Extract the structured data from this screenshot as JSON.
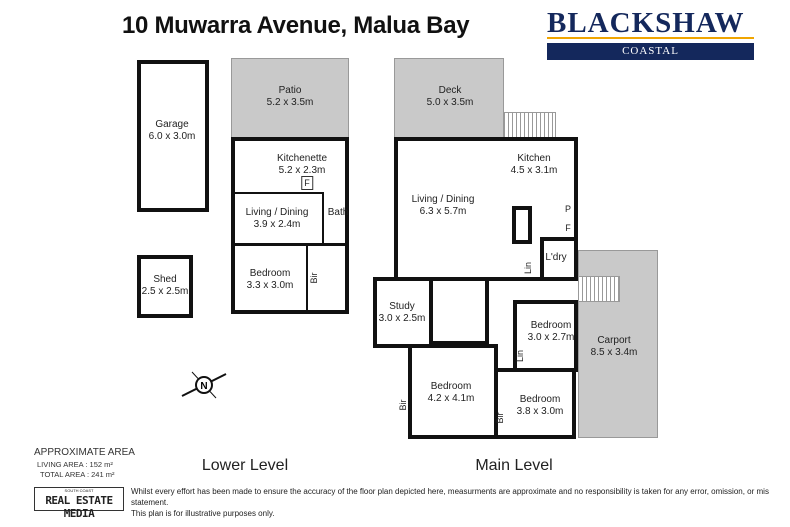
{
  "title": "10 Muwarra Avenue, Malua Bay",
  "brand": {
    "name": "BLACKSHAW",
    "sub": "COASTAL",
    "navy": "#14285c",
    "gold": "#f0a500"
  },
  "lower_level": {
    "label": "Lower Level",
    "rooms": [
      {
        "name": "Garage",
        "size": "6.0 x 3.0m"
      },
      {
        "name": "Patio",
        "size": "5.2 x 3.5m"
      },
      {
        "name": "Kitchenette",
        "size": "5.2 x 2.3m"
      },
      {
        "name": "Living / Dining",
        "size": "3.9 x 2.4m"
      },
      {
        "name": "Bath"
      },
      {
        "name": "Bedroom",
        "size": "3.3 x 3.0m"
      },
      {
        "name": "Bir"
      },
      {
        "name": "Shed",
        "size": "2.5 x 2.5m"
      },
      {
        "name": "F"
      }
    ]
  },
  "main_level": {
    "label": "Main Level",
    "rooms": [
      {
        "name": "Deck",
        "size": "5.0 x 3.5m"
      },
      {
        "name": "Kitchen",
        "size": "4.5 x 3.1m"
      },
      {
        "name": "Living / Dining",
        "size": "6.3 x 5.7m"
      },
      {
        "name": "L'dry"
      },
      {
        "name": "Lin"
      },
      {
        "name": "Study",
        "size": "3.0 x 2.5m"
      },
      {
        "name": "Bedroom",
        "size": "3.0 x 2.7m"
      },
      {
        "name": "Lin"
      },
      {
        "name": "Carport",
        "size": "8.5 x 3.4m"
      },
      {
        "name": "Bedroom",
        "size": "4.2 x 4.1m"
      },
      {
        "name": "Bir"
      },
      {
        "name": "Bedroom",
        "size": "3.8 x 3.0m"
      },
      {
        "name": "Bir"
      },
      {
        "name": "P"
      },
      {
        "name": "F"
      }
    ]
  },
  "area": {
    "heading": "APPROXIMATE AREA",
    "living": "LIVING  AREA   :  152 m²",
    "total": "TOTAL AREA   :  241 m²"
  },
  "agency": {
    "small": "SOUTH COAST",
    "name": "REAL ESTATE MEDIA"
  },
  "compass": {
    "label": "N",
    "icon": "compass-icon"
  },
  "disclaimer": {
    "line1": "Whilst every effort has been made to ensure the accuracy of the floor plan depicted here, measurments are approximate and no responsibility is taken for any error, omission, or mis statement.",
    "line2": "This plan is for illustrative purposes only."
  }
}
